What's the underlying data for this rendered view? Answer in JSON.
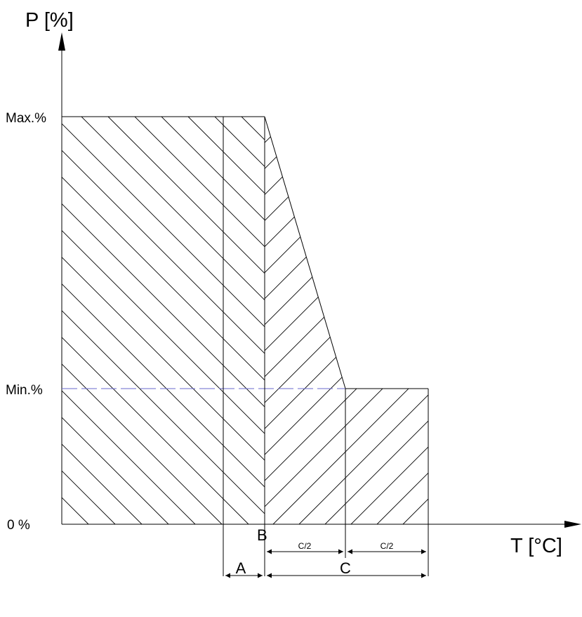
{
  "axes": {
    "y_label": "P [%]",
    "x_label": "T [°C]",
    "y_ticks": {
      "max": "Max.%",
      "min": "Min.%",
      "zero": "0 %"
    }
  },
  "points": {
    "b": "B"
  },
  "dimensions": {
    "a": "A",
    "c": "C",
    "half_c_left": "C/2",
    "half_c_right": "C/2"
  },
  "colors": {
    "stroke": "#000000",
    "min_level_dash": "#6a6acc",
    "background": "#ffffff"
  }
}
